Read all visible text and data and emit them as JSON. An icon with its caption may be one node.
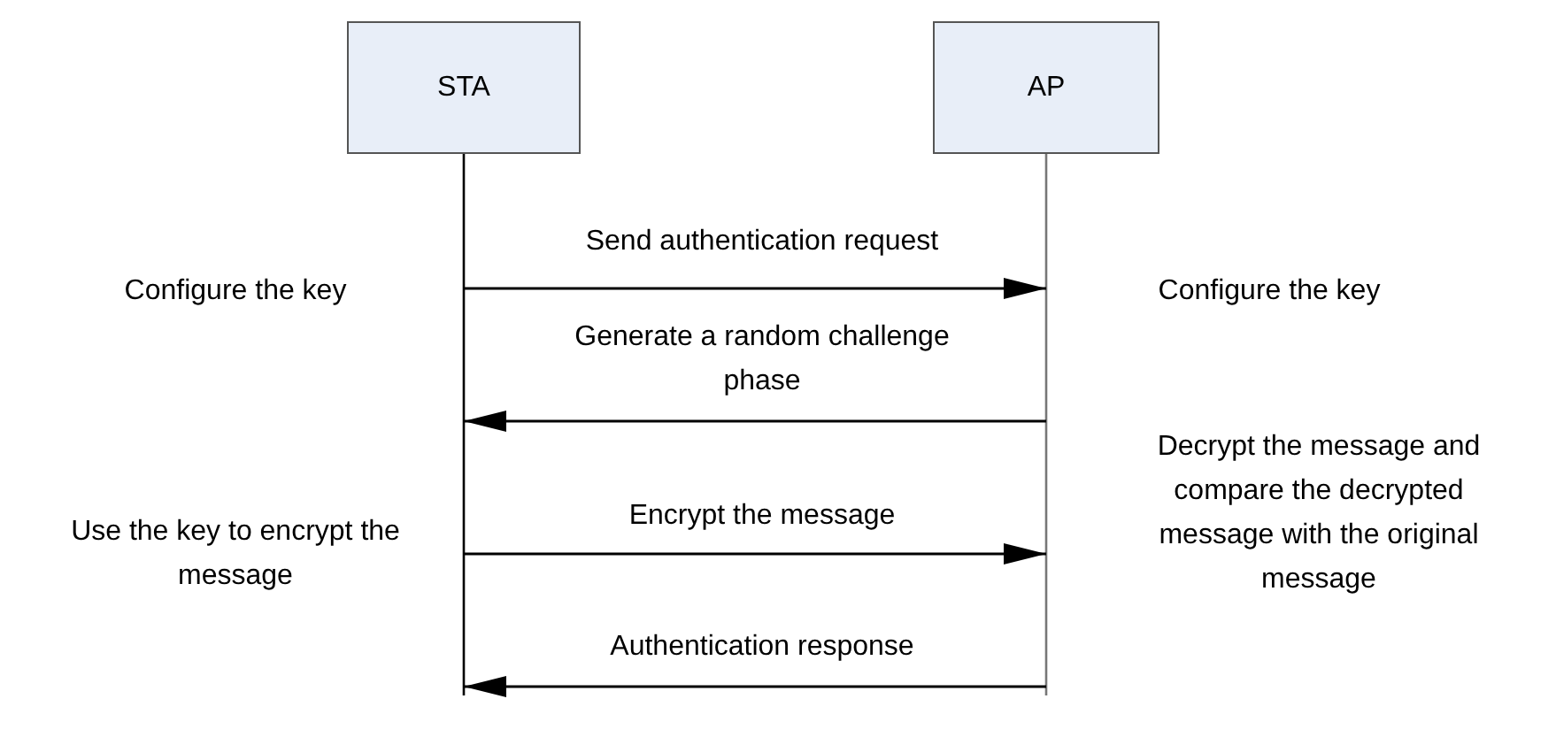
{
  "diagram": {
    "nodes": [
      {
        "text": [
          "STA"
        ]
      },
      {
        "text": [
          "AP"
        ]
      }
    ],
    "edges": [
      {
        "from": 0,
        "to": 1,
        "arrow": "to",
        "label": "Send authentication request"
      },
      {
        "from": 1,
        "to": 0,
        "arrow": "to",
        "label": "Generate a random challenge phase"
      },
      {
        "from": 0,
        "to": 1,
        "arrow": "to",
        "label": "Encrypt the message"
      },
      {
        "from": 1,
        "to": 0,
        "arrow": "to",
        "label": "Authentication response"
      }
    ],
    "labels": [
      "Configure the key",
      "Configure the key",
      "Use the key to encrypt the message",
      "Decrypt the message and compare the decrypted message with the original message"
    ]
  }
}
